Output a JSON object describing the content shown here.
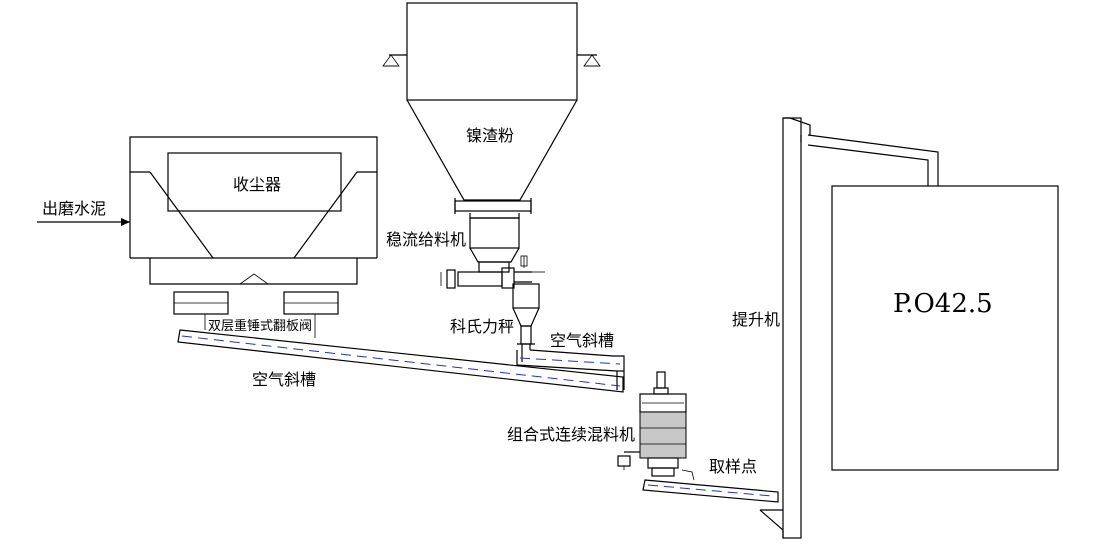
{
  "labels": {
    "cement_input": "出磨水泥",
    "dust_collector": "收尘器",
    "nickel_slag": "镍渣粉",
    "stable_feeder": "稳流给料机",
    "coriolis_scale": "科氏力秤",
    "air_slide_right": "空气斜槽",
    "air_slide_main": "空气斜槽",
    "flap_valve": "双层重锤式翻板阀",
    "mixer": "组合式连续混料机",
    "sampling_point": "取样点",
    "elevator": "提升机",
    "silo_product": "P.O42.5"
  },
  "colors": {
    "line": "#000000",
    "slide_inner": "#1f2fd6",
    "mixer_body": "#c8c8c8"
  }
}
